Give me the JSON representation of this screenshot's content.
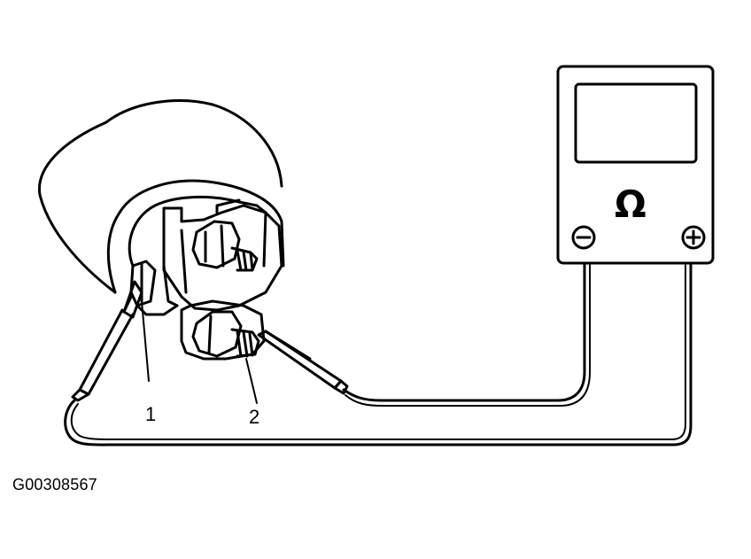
{
  "callouts": {
    "one": "1",
    "two": "2"
  },
  "meter": {
    "symbol": "Ω",
    "neg_symbol": "−",
    "pos_symbol": "+"
  },
  "figure_id": "G00308567",
  "colors": {
    "ink": "#000000",
    "paper": "#ffffff"
  }
}
